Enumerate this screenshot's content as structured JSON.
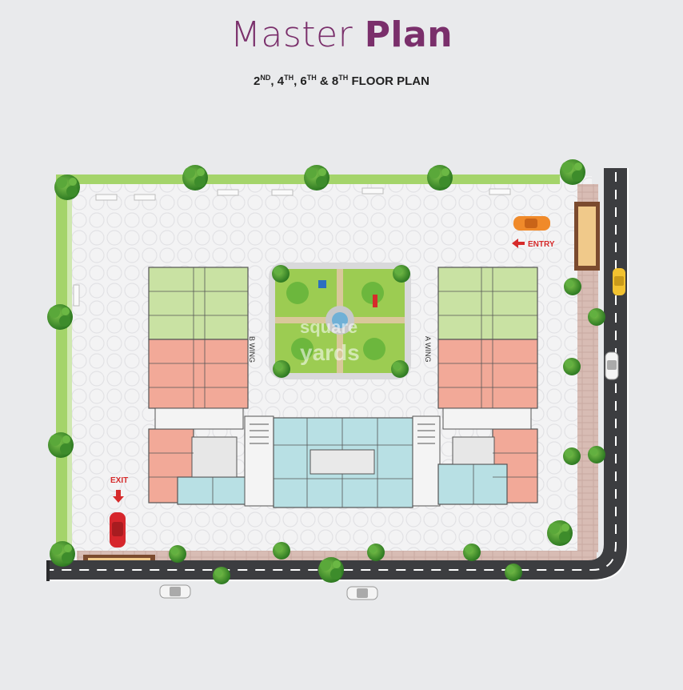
{
  "title": {
    "light": "Master ",
    "bold": "Plan"
  },
  "subtitle": {
    "parts": [
      {
        "text": "2",
        "sup": "ND"
      },
      {
        "text": ", 4",
        "sup": "TH"
      },
      {
        "text": ", 6",
        "sup": "TH"
      },
      {
        "text": " & 8",
        "sup": "TH"
      },
      {
        "text": " FLOOR PLAN",
        "sup": ""
      }
    ]
  },
  "labels": {
    "entry": "ENTRY",
    "exit": "EXIT",
    "b_wing": "B WING",
    "a_wing": "A WING"
  },
  "watermark": {
    "line1": "square",
    "line2": "yards"
  },
  "colors": {
    "title": "#7a2f6b",
    "green_flat": "#c9e2a3",
    "pink_flat": "#f2a998",
    "blue_flat": "#b8e0e4",
    "garden": "#9ccc52",
    "road": "#3c3d40",
    "arrow": "#d62b2b"
  }
}
